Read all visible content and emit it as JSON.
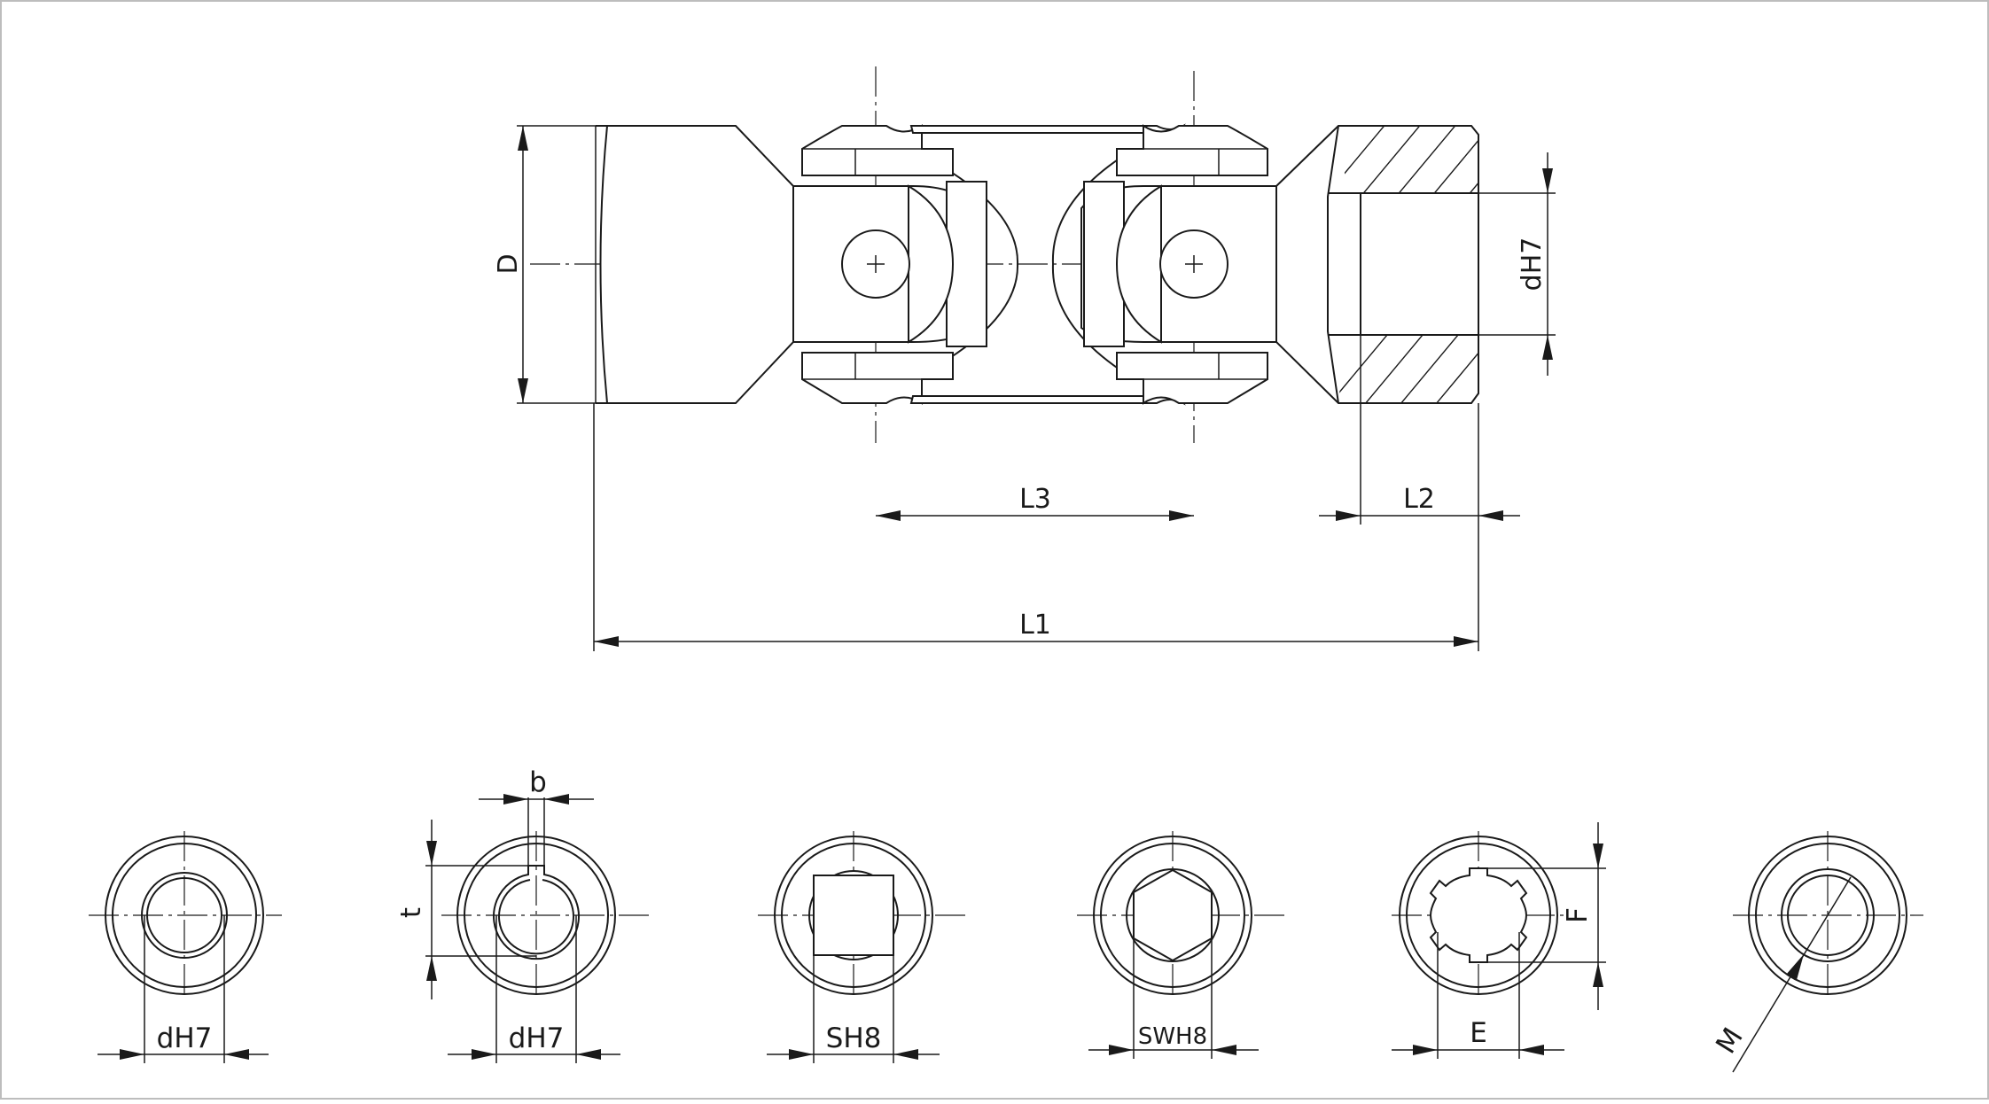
{
  "drawing": {
    "colors": {
      "line": "#1a1a1a",
      "background": "#ffffff",
      "border": "#bdbdbd"
    },
    "main_view": {
      "dimensions": {
        "D": "D",
        "dH7": "dH7",
        "L1": "L1",
        "L2": "L2",
        "L3": "L3"
      }
    },
    "bore_variants": [
      {
        "id": "round-bore",
        "labels": [
          "dH7"
        ]
      },
      {
        "id": "keyway-bore",
        "labels": [
          "dH7",
          "b",
          "t"
        ]
      },
      {
        "id": "square-bore",
        "labels": [
          "SH8"
        ]
      },
      {
        "id": "hex-bore",
        "labels": [
          "SWH8"
        ]
      },
      {
        "id": "spline-bore",
        "labels": [
          "E",
          "F"
        ]
      },
      {
        "id": "threaded-bore",
        "labels": [
          "M"
        ]
      }
    ]
  }
}
